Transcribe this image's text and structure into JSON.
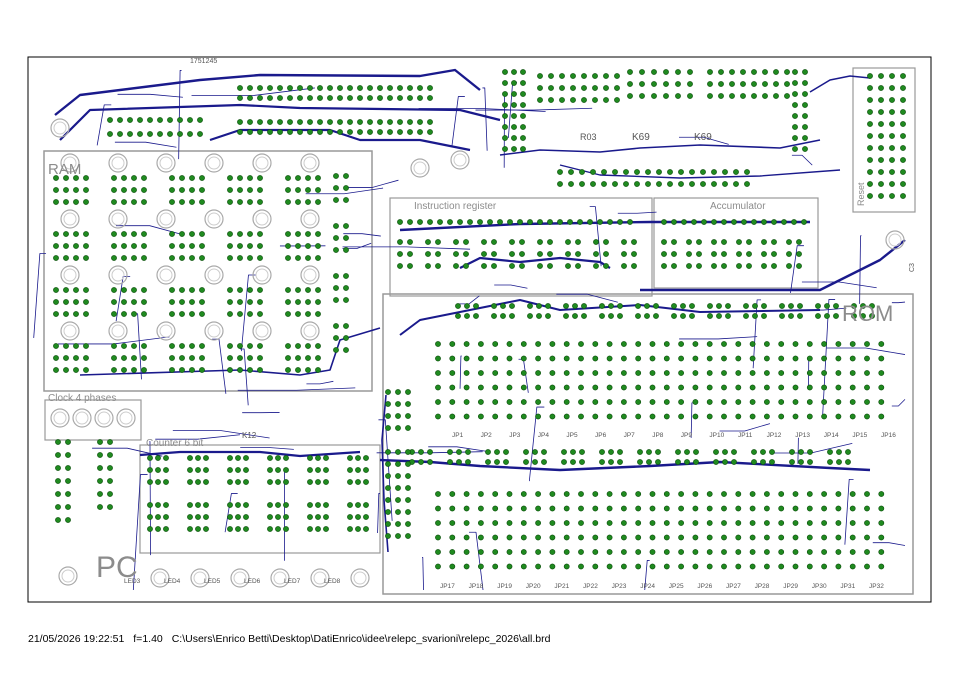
{
  "board": {
    "labels": {
      "ram": "RAM",
      "rom": "ROM",
      "pc": "PC",
      "instruction_register": "Instruction register",
      "accumulator": "Accumulator",
      "clock_phases": "Clock 4 phases",
      "counter": "Counter 6 bit",
      "reset": "Reset",
      "k69_a": "K69",
      "k69_b": "K69",
      "r03": "R03",
      "k12": "K12",
      "top_part": "1751245",
      "c3": "C3"
    },
    "jumpers_top": [
      "JP1",
      "JP2",
      "JP3",
      "JP4",
      "JP5",
      "JP6",
      "JP7",
      "JP8",
      "JP9",
      "JP10",
      "JP11",
      "JP12",
      "JP13",
      "JP14",
      "JP15",
      "JP16"
    ],
    "jumpers_bottom": [
      "JP17",
      "JP18",
      "JP19",
      "JP20",
      "JP21",
      "JP22",
      "JP23",
      "JP24",
      "JP25",
      "JP26",
      "JP27",
      "JP28",
      "JP29",
      "JP30",
      "JP31",
      "JP32"
    ],
    "pc_leds": [
      "LED3",
      "LED4",
      "LED5",
      "LED6",
      "LED7",
      "LED8"
    ],
    "colors": {
      "trace": "#1a1a8c",
      "pad": "#1f8a1f",
      "silk": "#8c8c8c",
      "outline": "#000000"
    }
  },
  "footer": {
    "timestamp": "21/05/2026 19:22:51",
    "scale": "f=1.40",
    "path": "C:\\Users\\Enrico Betti\\Desktop\\DatiEnrico\\idee\\relepc_svarioni\\relepc_2026\\all.brd"
  }
}
